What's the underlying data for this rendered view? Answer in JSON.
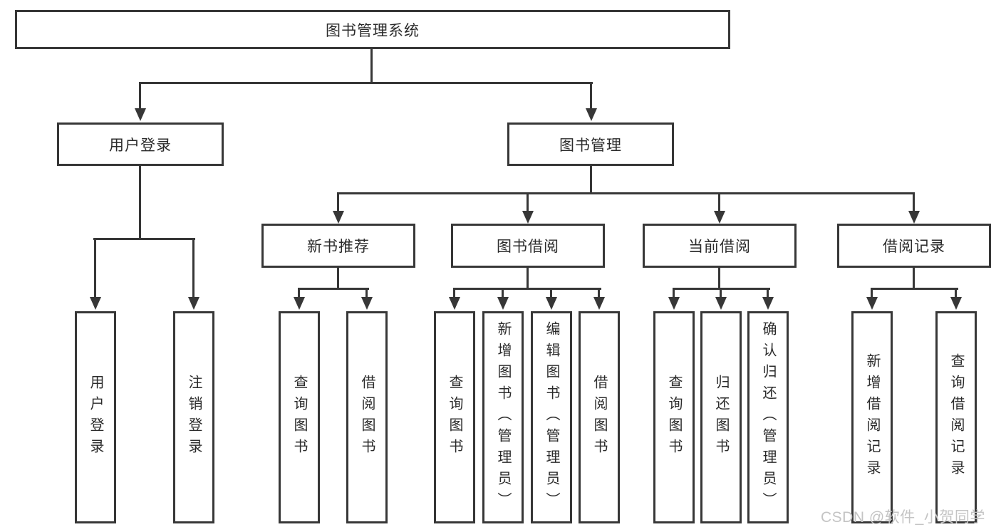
{
  "diagram": {
    "root": "图书管理系统",
    "level1": {
      "user_login": "用户登录",
      "book_mgmt": "图书管理"
    },
    "level2": {
      "new_book": "新书推荐",
      "borrow": "图书借阅",
      "current": "当前借阅",
      "records": "借阅记录"
    },
    "level3": {
      "login": "用户登录",
      "logout": "注销登录",
      "nb_query": "查询图书",
      "nb_borrow": "借阅图书",
      "bw_query": "查询图书",
      "bw_add": "新增图书（管理员）",
      "bw_edit": "编辑图书（管理员）",
      "bw_borrow": "借阅图书",
      "cu_query": "查询图书",
      "cu_return": "归还图书",
      "cu_confirm": "确认归还（管理员）",
      "re_add": "新增借阅记录",
      "re_query": "查询借阅记录"
    }
  },
  "watermark": "CSDN @软件_小贺同学",
  "colors": {
    "line": "#373737",
    "text": "#2b2b2b",
    "watermark_text": "#c4c4c4",
    "background": "#ffffff"
  }
}
